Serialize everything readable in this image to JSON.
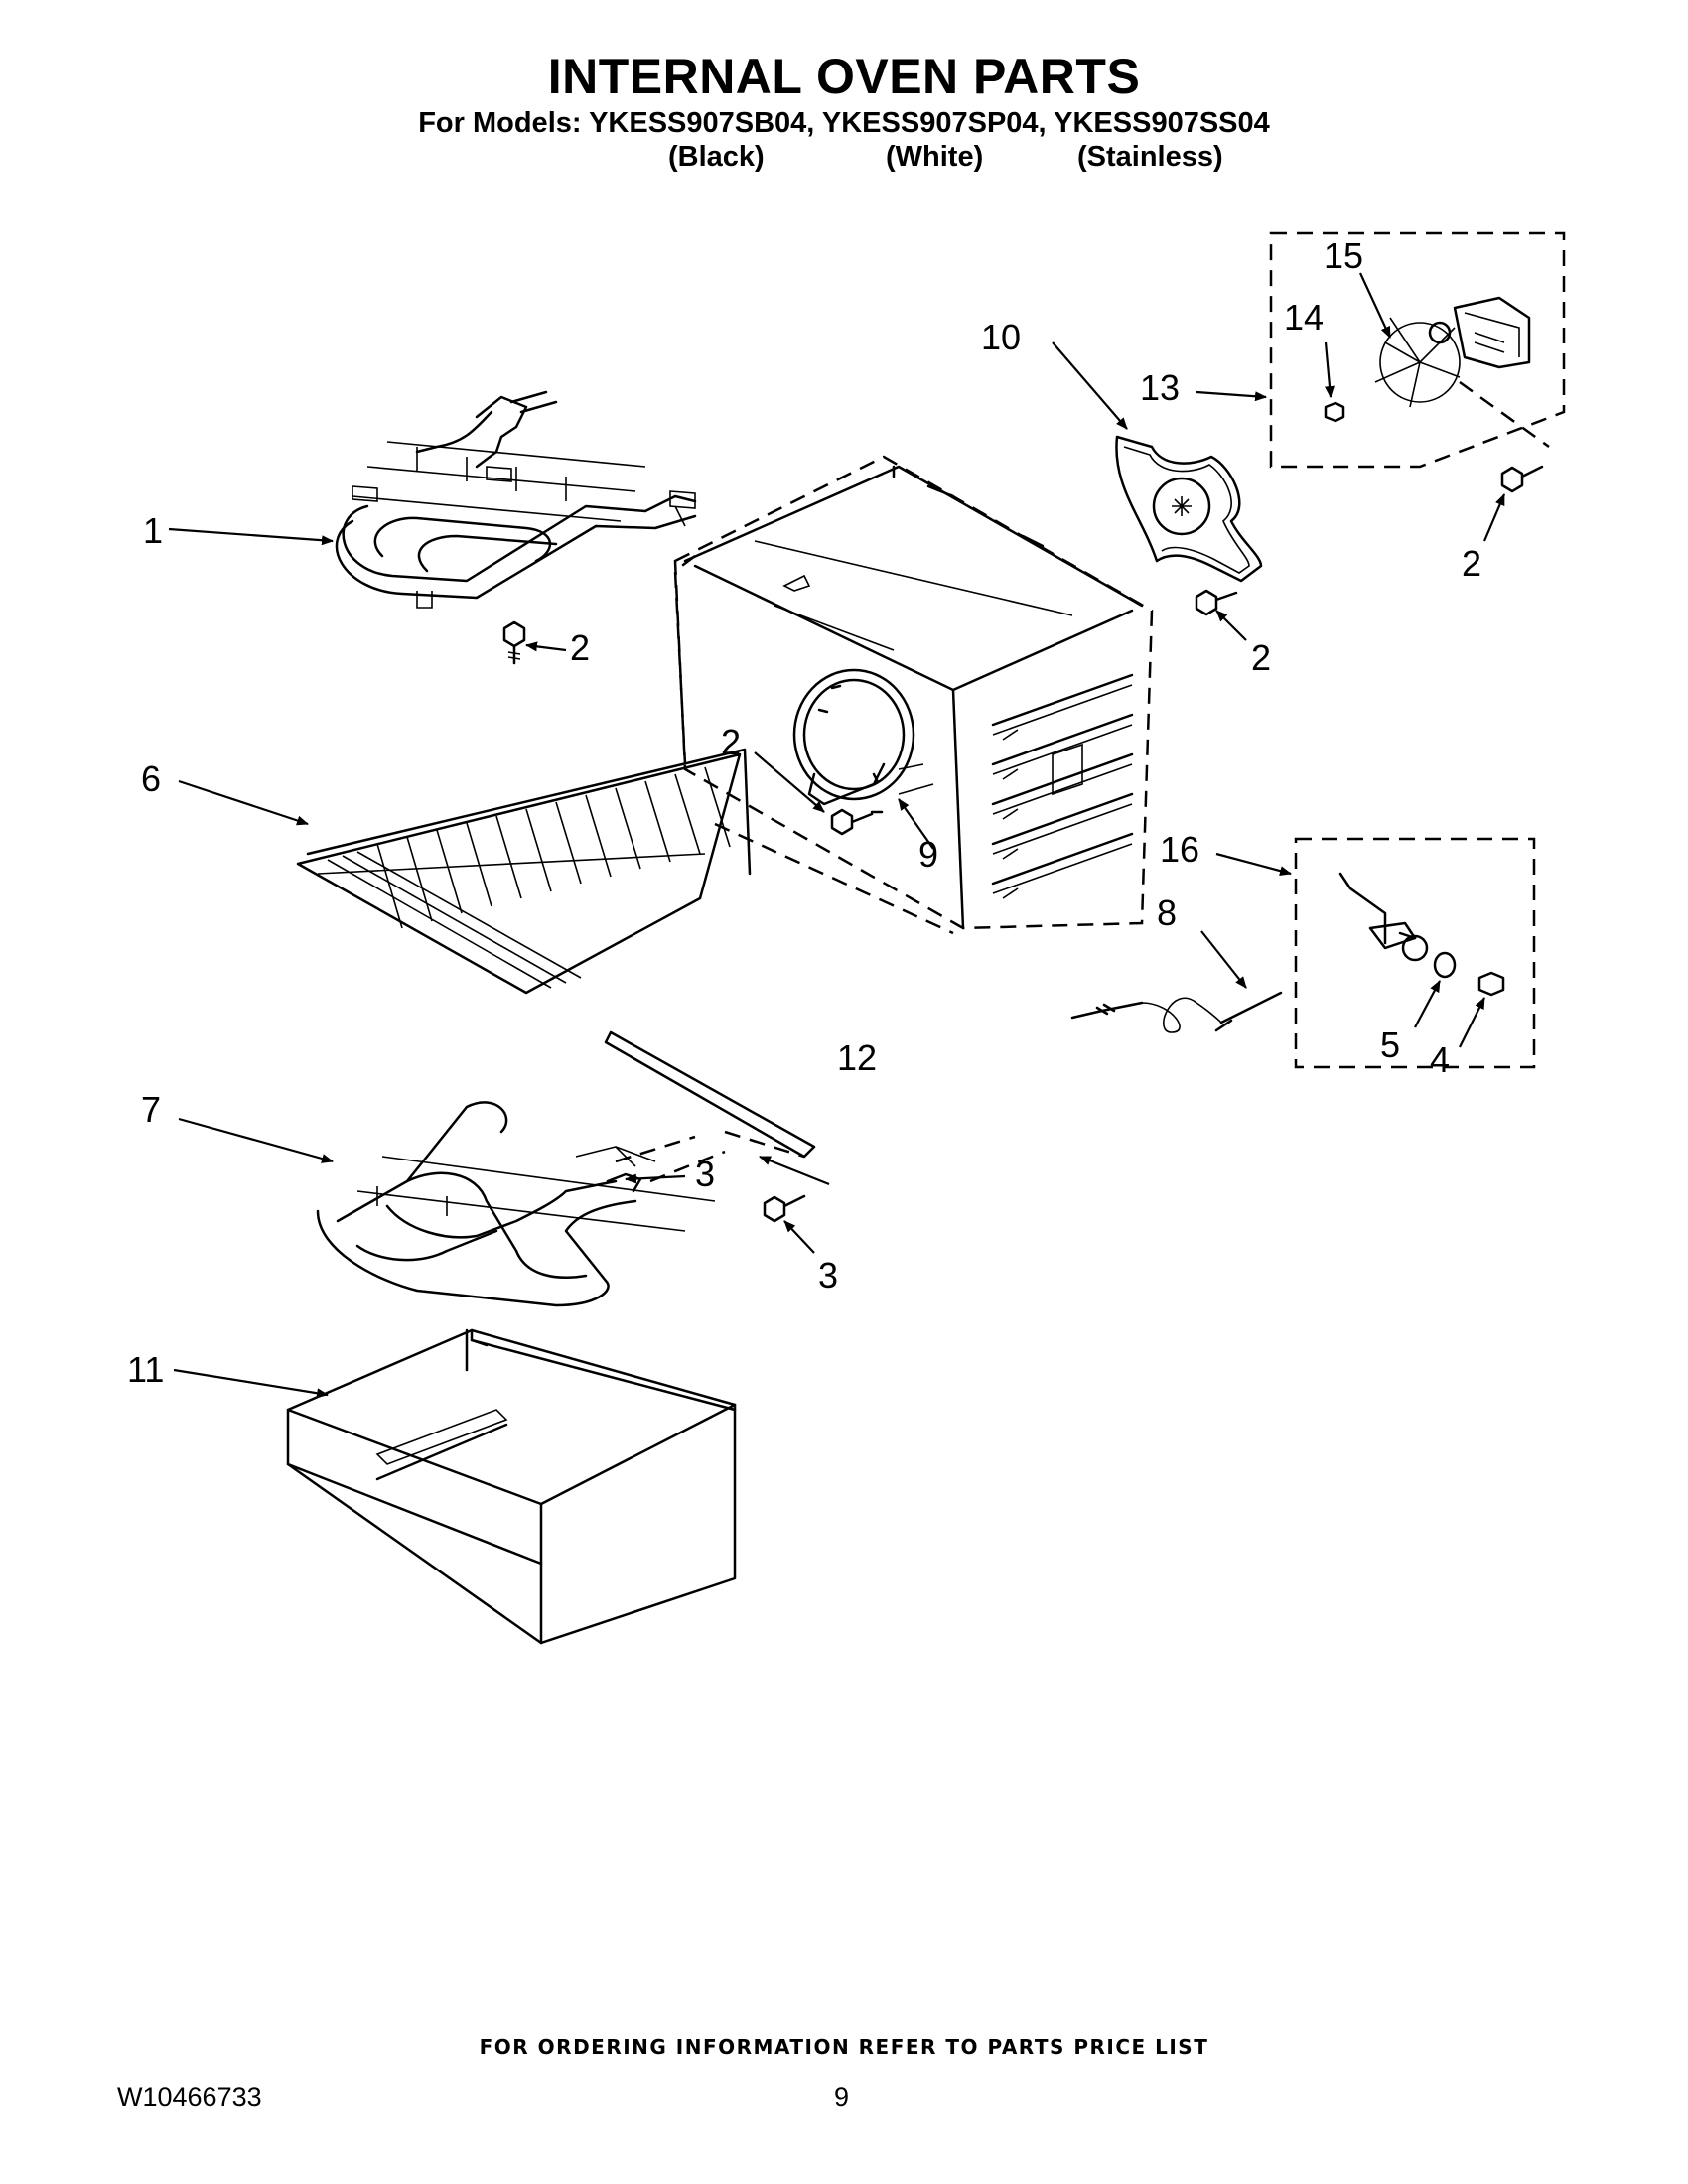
{
  "title": "INTERNAL OVEN PARTS",
  "models_line": "For Models: YKESS907SB04, YKESS907SP04, YKESS907SS04",
  "variants": [
    "(Black)",
    "(White)",
    "(Stainless)"
  ],
  "callouts": [
    "1",
    "2",
    "2",
    "2",
    "2",
    "3",
    "3",
    "4",
    "5",
    "6",
    "7",
    "8",
    "9",
    "10",
    "11",
    "12",
    "13",
    "14",
    "15",
    "16"
  ],
  "footer_note": "FOR ORDERING INFORMATION REFER TO PARTS PRICE LIST",
  "document_number": "W10466733",
  "page_number": "9"
}
